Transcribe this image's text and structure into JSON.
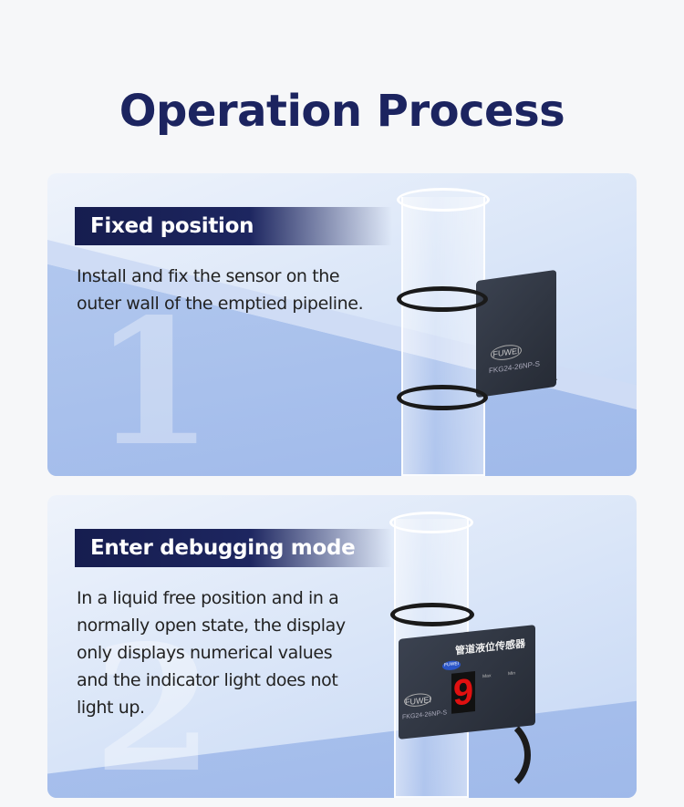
{
  "title": "Operation Process",
  "steps": [
    {
      "number": "1",
      "heading": "Fixed position",
      "text": "Install and fix the sensor on the outer wall of the emptied pipeline."
    },
    {
      "number": "2",
      "heading": "Enter debugging mode",
      "text": "In a liquid free position and in a normally open state, the display only displays numerical values and the indicator light does not light up."
    }
  ],
  "product": {
    "brand": "FUWEI",
    "model": "FKG24-26NP-S",
    "chinese_label": "管道液位传感器",
    "display_digit": "9",
    "max_label": "Max",
    "min_label": "Min"
  },
  "colors": {
    "title": "#1c2460",
    "heading_bar": "#1d2660"
  }
}
